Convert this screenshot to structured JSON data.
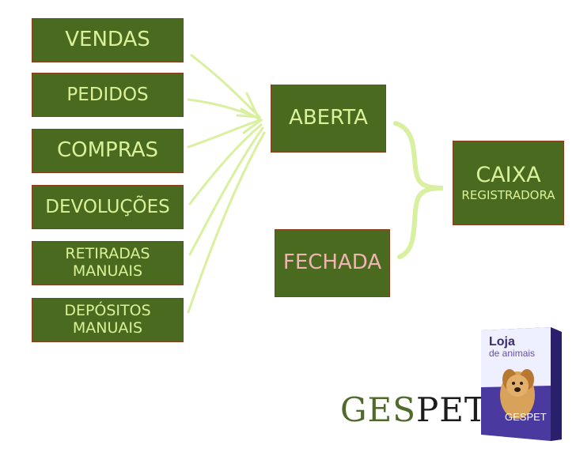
{
  "sources": [
    {
      "label": "VENDAS"
    },
    {
      "label": "PEDIDOS"
    },
    {
      "label": "COMPRAS"
    },
    {
      "label": "DEVOLUÇÕES"
    },
    {
      "label": "RETIRADAS MANUAIS"
    },
    {
      "label": "DEPÓSITOS MANUAIS"
    }
  ],
  "states": {
    "open": "ABERTA",
    "closed": "FECHADA"
  },
  "target": {
    "title": "CAIXA",
    "subtitle": "REGISTRADORA"
  },
  "brand": {
    "logo_part1": "GES",
    "logo_part2": "PET"
  },
  "product_box": {
    "title": "Loja",
    "subtitle": "de animais",
    "brand": "GESPET"
  },
  "colors": {
    "box_fill": "#4a6a1f",
    "box_border": "#8b3a1a",
    "box_text": "#d9f29a",
    "closed_text": "#f2b3b3",
    "arrow": "#d8f0a0"
  }
}
